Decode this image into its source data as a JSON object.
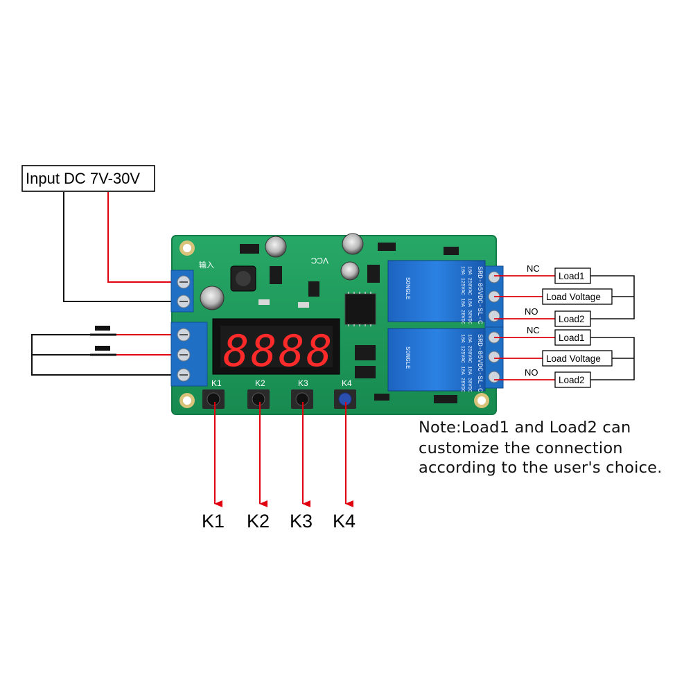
{
  "input_label": "Input DC 7V-30V",
  "board": {
    "input_silk": "输入",
    "vcc_silk": "VCC",
    "display_digits": [
      "8",
      "8",
      "8",
      "8"
    ],
    "buttons": [
      "K1",
      "K2",
      "K3",
      "K4"
    ],
    "relays": [
      {
        "model": "SRD-05VDC-SL-C",
        "ratings": [
          "10A 250VAC 10A 30VDC",
          "10A 125VAC 10A 28VDC"
        ],
        "brand": "SONGLE"
      },
      {
        "model": "SRD-05VDC-SL-C",
        "ratings": [
          "10A 250VAC 10A 30VDC",
          "10A 125VAC 10A 28VDC"
        ],
        "brand": "SONGLE"
      }
    ]
  },
  "relay_outputs": [
    {
      "nc": "NC",
      "no": "NO",
      "load_top": "Load1",
      "voltage": "Load Voltage",
      "load_bottom": "Load2"
    },
    {
      "nc": "NC",
      "no": "NO",
      "load_top": "Load1",
      "voltage": "Load Voltage",
      "load_bottom": "Load2"
    }
  ],
  "note_lines": [
    "Note:Load1 and Load2 can",
    "customize the connection",
    "according to the user's choice."
  ],
  "key_labels": [
    "K1",
    "K2",
    "K3",
    "K4"
  ],
  "colors": {
    "pcb": "#1f9b5e",
    "terminal_blue": "#1f6fc4",
    "relay_blue": "#1d6fd0",
    "wire_red": "#e0000f",
    "wire_black": "#111111",
    "display_red": "#ff2a2a"
  }
}
